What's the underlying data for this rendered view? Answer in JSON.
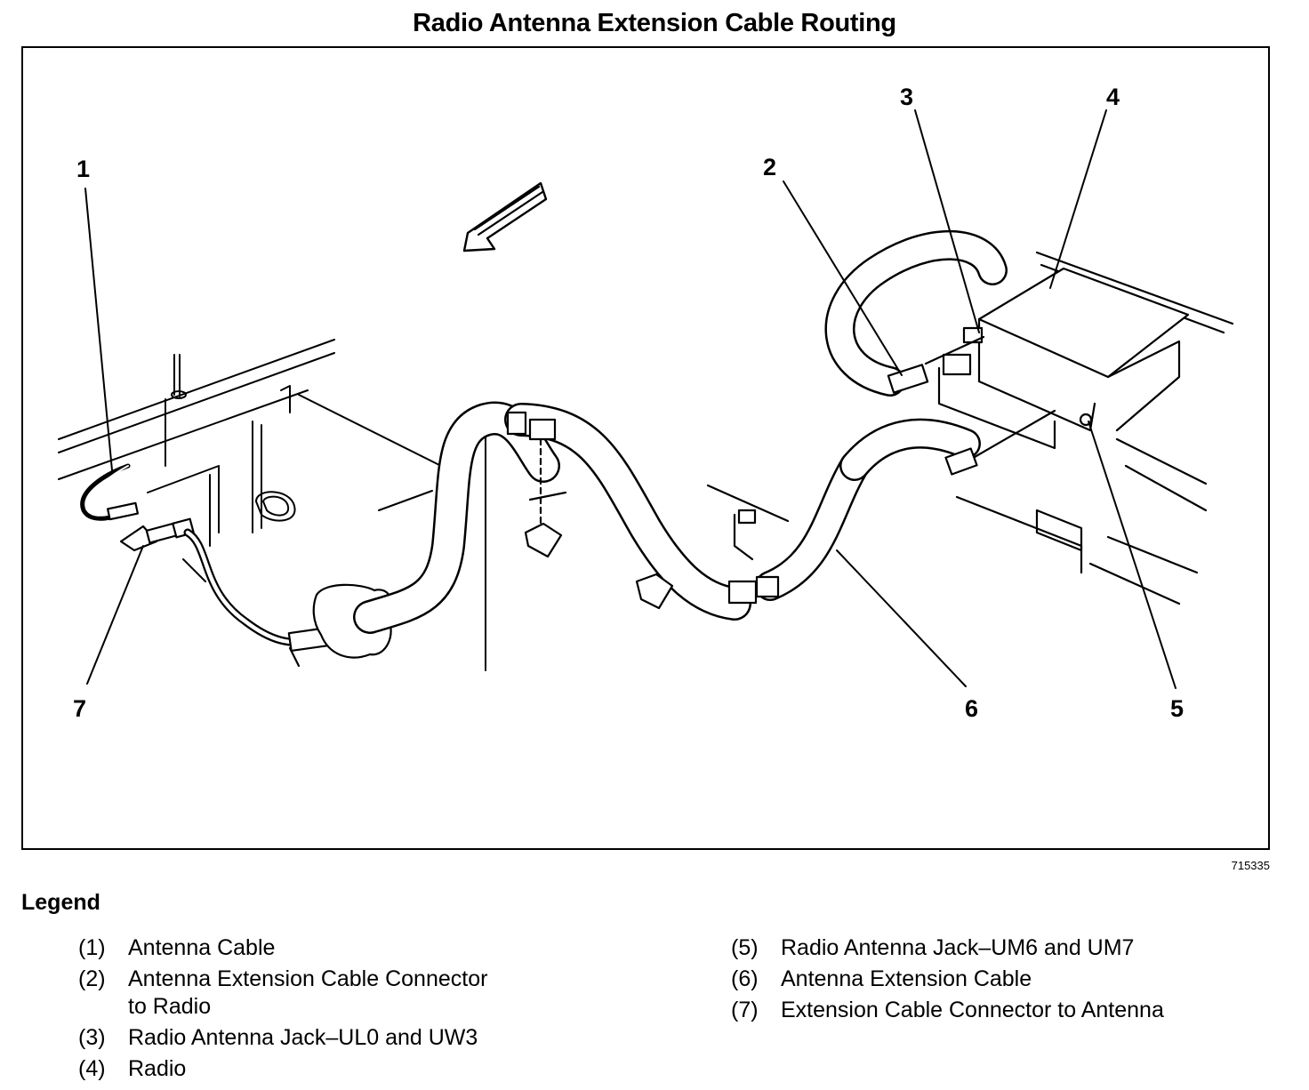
{
  "title": "Radio Antenna Extension Cable Routing",
  "figure_id": "715335",
  "callouts": [
    "1",
    "2",
    "3",
    "4",
    "5",
    "6",
    "7"
  ],
  "legend": {
    "heading": "Legend",
    "items": [
      {
        "num": "(1)",
        "text": "Antenna Cable"
      },
      {
        "num": "(2)",
        "text": "Antenna Extension Cable Connector\nto Radio"
      },
      {
        "num": "(3)",
        "text": "Radio Antenna Jack–UL0 and UW3"
      },
      {
        "num": "(4)",
        "text": "Radio"
      },
      {
        "num": "(5)",
        "text": "Radio Antenna Jack–UM6 and UM7"
      },
      {
        "num": "(6)",
        "text": "Antenna Extension Cable"
      },
      {
        "num": "(7)",
        "text": "Extension Cable Connector to Antenna"
      }
    ]
  }
}
